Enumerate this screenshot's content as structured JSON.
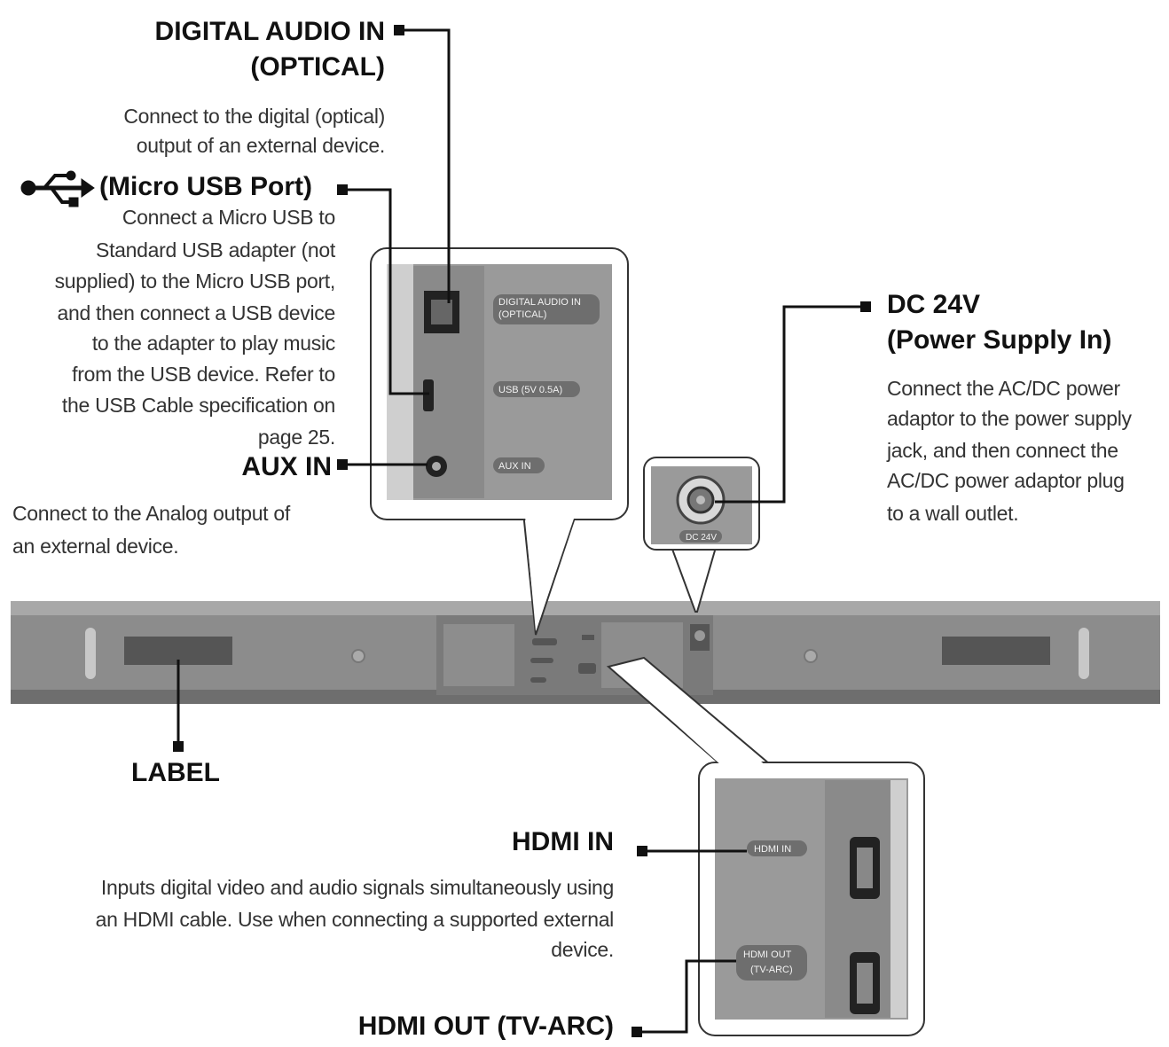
{
  "callouts": {
    "optical": {
      "title_line1": "DIGITAL AUDIO IN",
      "title_line2": "(OPTICAL)",
      "desc_line1": "Connect to the digital (optical)",
      "desc_line2": "output of an external device."
    },
    "usb": {
      "title": "(Micro USB Port)",
      "desc_lines": [
        "Connect a Micro USB to",
        "Standard USB adapter (not",
        "supplied) to the Micro USB port,",
        "and then connect a USB device",
        "to the adapter to play music",
        "from the USB device. Refer to",
        "the USB Cable specification on",
        "page 25."
      ]
    },
    "aux": {
      "title": "AUX IN",
      "desc_line1": "Connect to the Analog output of",
      "desc_line2": "an external device."
    },
    "dc": {
      "title_line1": "DC 24V",
      "title_line2": "(Power Supply In)",
      "desc_lines": [
        "Connect the AC/DC power",
        "adaptor to the power supply",
        "jack, and then connect the",
        "AC/DC power adaptor plug",
        "to a wall outlet."
      ]
    },
    "label": {
      "title": "LABEL"
    },
    "hdmi_in": {
      "title": "HDMI IN",
      "desc_lines": [
        "Inputs digital video and audio signals simultaneously using",
        "an HDMI cable. Use when connecting a supported external",
        "device."
      ]
    },
    "hdmi_out": {
      "title": "HDMI OUT (TV-ARC)"
    }
  },
  "panel_labels": {
    "optical_line1": "DIGITAL AUDIO IN",
    "optical_line2": "(OPTICAL)",
    "usb": "USB (5V 0.5A)",
    "aux": "AUX IN",
    "dc": "DC 24V",
    "hdmi_in": "HDMI IN",
    "hdmi_out_line1": "HDMI OUT",
    "hdmi_out_line2": "(TV-ARC)"
  },
  "icons": {
    "usb": "usb-trident-icon"
  },
  "colors": {
    "line": "#111111",
    "panel": "#9a9a9a",
    "bar": "#8f8f8f",
    "pill": "#6e6e6e"
  }
}
